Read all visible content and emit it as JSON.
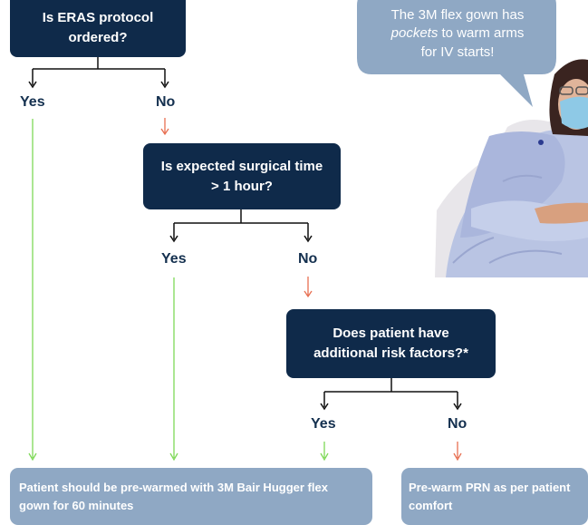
{
  "colors": {
    "node_bg": "#0f2a4a",
    "node_text": "#ffffff",
    "label_text": "#14304f",
    "connector": "#111111",
    "yes_arrow": "#7ed957",
    "no_arrow": "#e76f51",
    "outcome_bg": "#8fa8c4",
    "bubble_bg": "#8fa8c4"
  },
  "bubble": {
    "line1": "The 3M flex gown has",
    "line2_em": "pockets",
    "line2_rest": " to warm arms",
    "line3": "for IV starts!"
  },
  "photo": {
    "icon": "gowned-patient-photo"
  },
  "q1": {
    "line1": "Is ERAS protocol",
    "line2": "ordered?"
  },
  "q2": {
    "line1": "Is expected surgical time",
    "line2": "> 1 hour?"
  },
  "q3": {
    "line1": "Does patient have",
    "line2": "additional risk factors?*"
  },
  "labels": {
    "q1_yes": "Yes",
    "q1_no": "No",
    "q2_yes": "Yes",
    "q2_no": "No",
    "q3_yes": "Yes",
    "q3_no": "No"
  },
  "outcomes": {
    "prewarm": "Patient should be pre-warmed with 3M Bair Hugger flex gown for 60 minutes",
    "prn": "Pre-warm PRN as per patient comfort"
  }
}
